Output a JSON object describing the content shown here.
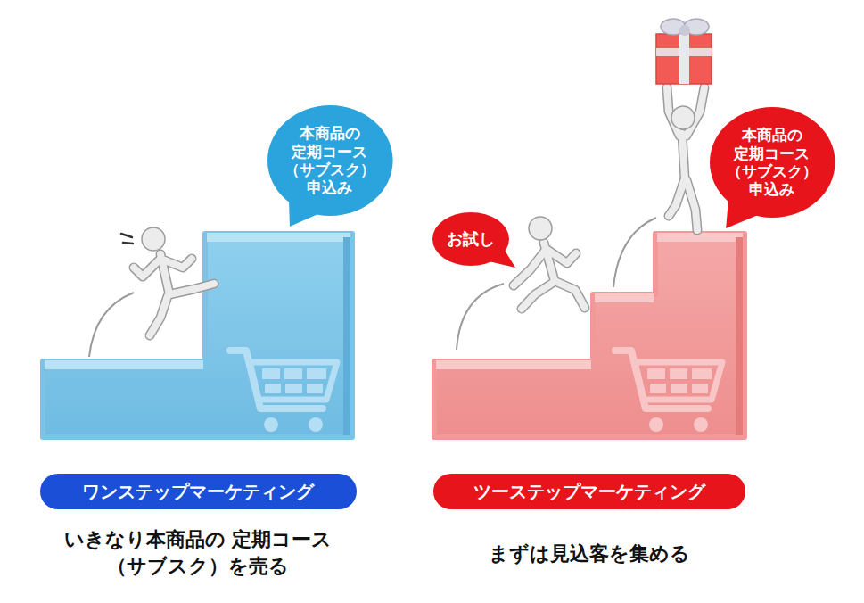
{
  "diagram": {
    "nodes": [
      {
        "text": [
          "本商品の 定期コース （サブスク） 申込み"
        ]
      },
      {
        "text": [
          "お試し"
        ]
      },
      {
        "text": [
          "本商品の 定期コース （サブスク） 申込み"
        ]
      },
      {
        "text": [
          "ワンステップマーケティング"
        ]
      },
      {
        "text": [
          "ツーステップマーケティング"
        ]
      }
    ],
    "labels": [
      "いきなり本商品の 定期コース（サブスク）を売る",
      "まずは見込客を集める"
    ]
  }
}
